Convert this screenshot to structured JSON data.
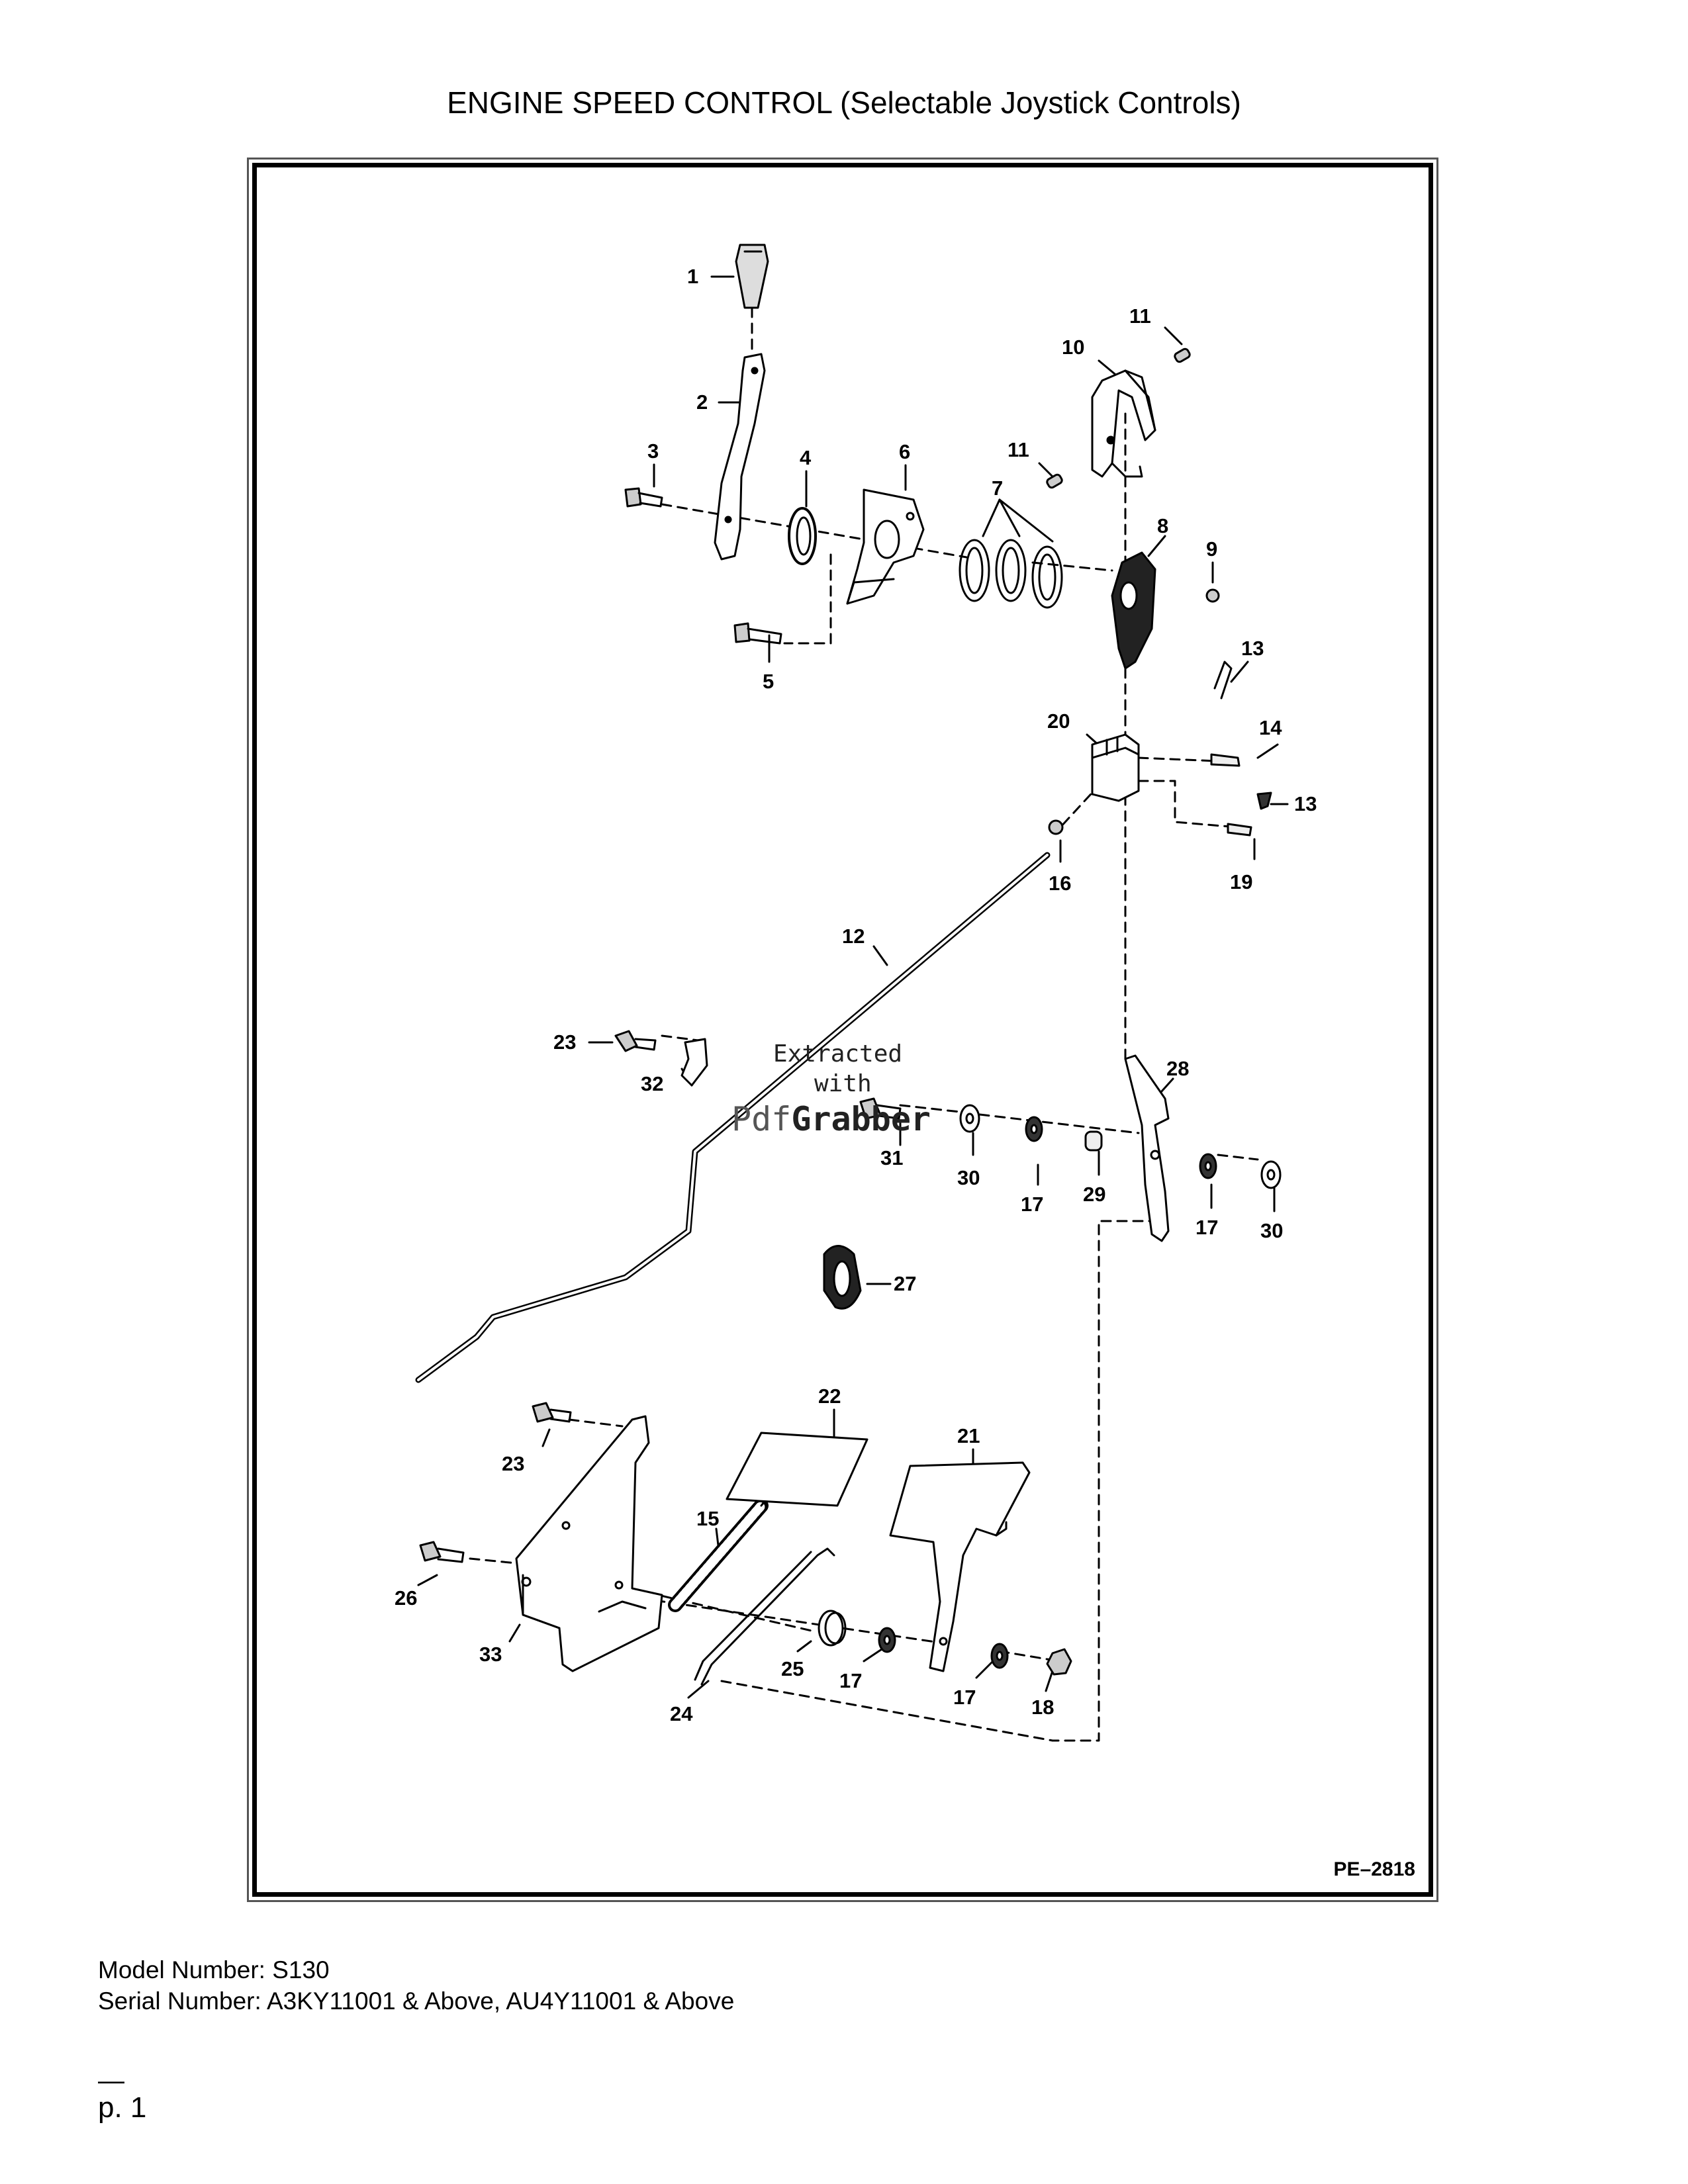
{
  "document": {
    "title": "ENGINE SPEED CONTROL (Selectable Joystick Controls)",
    "diagram_code": "PE–2818",
    "model_number": "Model Number: S130",
    "serial_number": "Serial Number: A3KY11001 & Above, AU4Y11001 & Above",
    "page_marker": "—",
    "page_number": "p. 1"
  },
  "watermark": {
    "line1": "Extracted",
    "line2": "with",
    "brand_part1": "Pdf",
    "brand_part2": "Grabber"
  },
  "callouts": {
    "c1": "1",
    "c2": "2",
    "c3": "3",
    "c4": "4",
    "c5": "5",
    "c6": "6",
    "c7": "7",
    "c8": "8",
    "c9": "9",
    "c10": "10",
    "c11a": "11",
    "c11b": "11",
    "c12": "12",
    "c13a": "13",
    "c13b": "13",
    "c14": "14",
    "c15": "15",
    "c16": "16",
    "c17a": "17",
    "c17b": "17",
    "c17c": "17",
    "c17d": "17",
    "c18": "18",
    "c19": "19",
    "c20": "20",
    "c21": "21",
    "c22": "22",
    "c23a": "23",
    "c23b": "23",
    "c24": "24",
    "c25": "25",
    "c26": "26",
    "c27": "27",
    "c28": "28",
    "c29": "29",
    "c30a": "30",
    "c30b": "30",
    "c31": "31",
    "c32": "32",
    "c33": "33"
  }
}
